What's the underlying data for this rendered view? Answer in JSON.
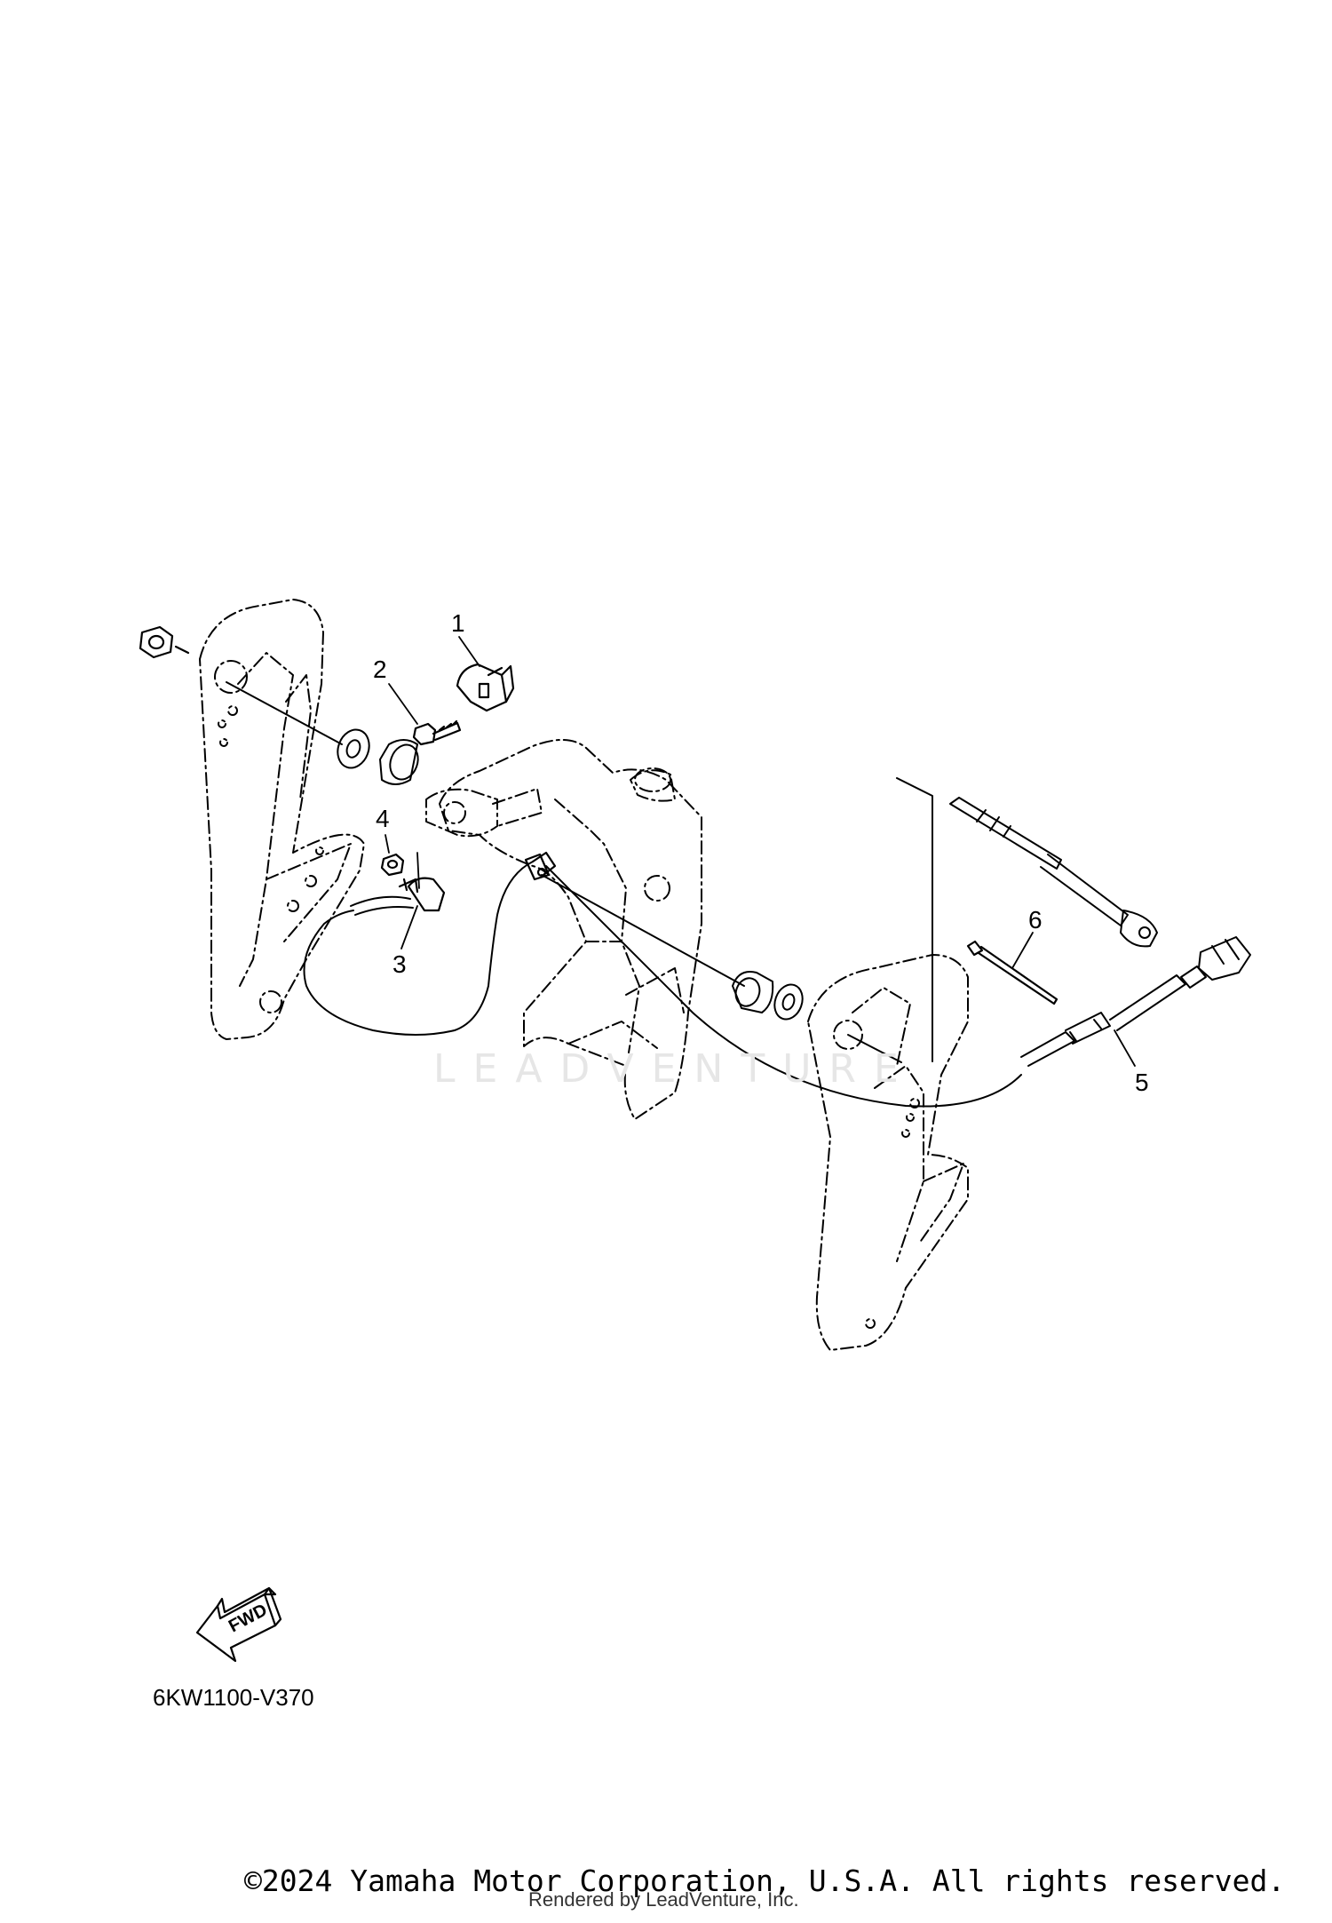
{
  "diagram": {
    "callouts": [
      {
        "id": "1",
        "label": "1"
      },
      {
        "id": "2",
        "label": "2"
      },
      {
        "id": "3",
        "label": "3"
      },
      {
        "id": "4",
        "label": "4"
      },
      {
        "id": "5",
        "label": "5"
      },
      {
        "id": "6",
        "label": "6"
      }
    ],
    "fwd_label": "FWD",
    "diagram_code": "6KW1100-V370",
    "watermark": "LEADVENTURE",
    "copyright": "©2024 Yamaha Motor Corporation, U.S.A. All rights reserved.",
    "rendered_by": "Rendered by LeadVenture, Inc."
  },
  "colors": {
    "line": "#000000",
    "watermark": "#e6e6e6",
    "background": "#ffffff"
  }
}
